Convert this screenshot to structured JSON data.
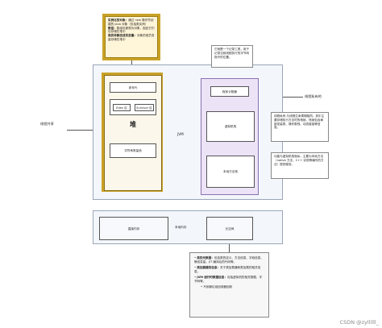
{
  "top_note": {
    "title_1": "实例化的对象：",
    "body_1": "通过 new 操作符创建的 Java 对象（包括类实例）",
    "title_2": "数组：",
    "body_2": "数组也被视为对象，因此它们也存储在堆中",
    "title_3": "类的非静态成员变量：",
    "body_3": "对象的成员变量存储在堆中"
  },
  "labels": {
    "thread_shared": "线程共享",
    "thread_private": "线程私有的",
    "jvm": "JVM",
    "native_memory": "本地内存"
  },
  "heap": {
    "old_gen": "老年代",
    "eden": "Eden 区",
    "survivor": "Survivor 区",
    "heap_title": "堆",
    "string_pool": "字符串常量池"
  },
  "stack": {
    "pc": "程序计数器",
    "vm_stack": "虚拟机栈",
    "native_stack": "本地方法栈"
  },
  "side_notes": {
    "pc_note": "它就是一个记录工具，用于记录当前线程执行的字节码指令的位置。",
    "vm_stack_note": "线程私有,与线程生命周期相同。其中主要存储执行方法时的栈帧，栈帧包含局部变量表、操作数栈、动态链接等信息。",
    "native_stack_note": "功能与虚拟机栈相似，主要为本地方法（native 方法，C++ 实现等编写的方法）提供服务。"
  },
  "bottom": {
    "direct_memory": "直接内存",
    "metaspace": "元空间"
  },
  "bottom_note": {
    "b1_title": "类的元数据：",
    "b1_body": "包括类的定义、方法信息、字段信息、静态变量、JIT 编译后的代码等。",
    "b2_title": "类加载器的信息：",
    "b2_body": "关于类加载器和类加载的相关信息。",
    "b3_title": "JVM 运行时数据信息：",
    "b3_body": "包括虚拟机的相关数据、字节码等。",
    "gc_note": "不依赖垃圾回收器回收"
  },
  "watermark": "CSDN @zyllllll_"
}
